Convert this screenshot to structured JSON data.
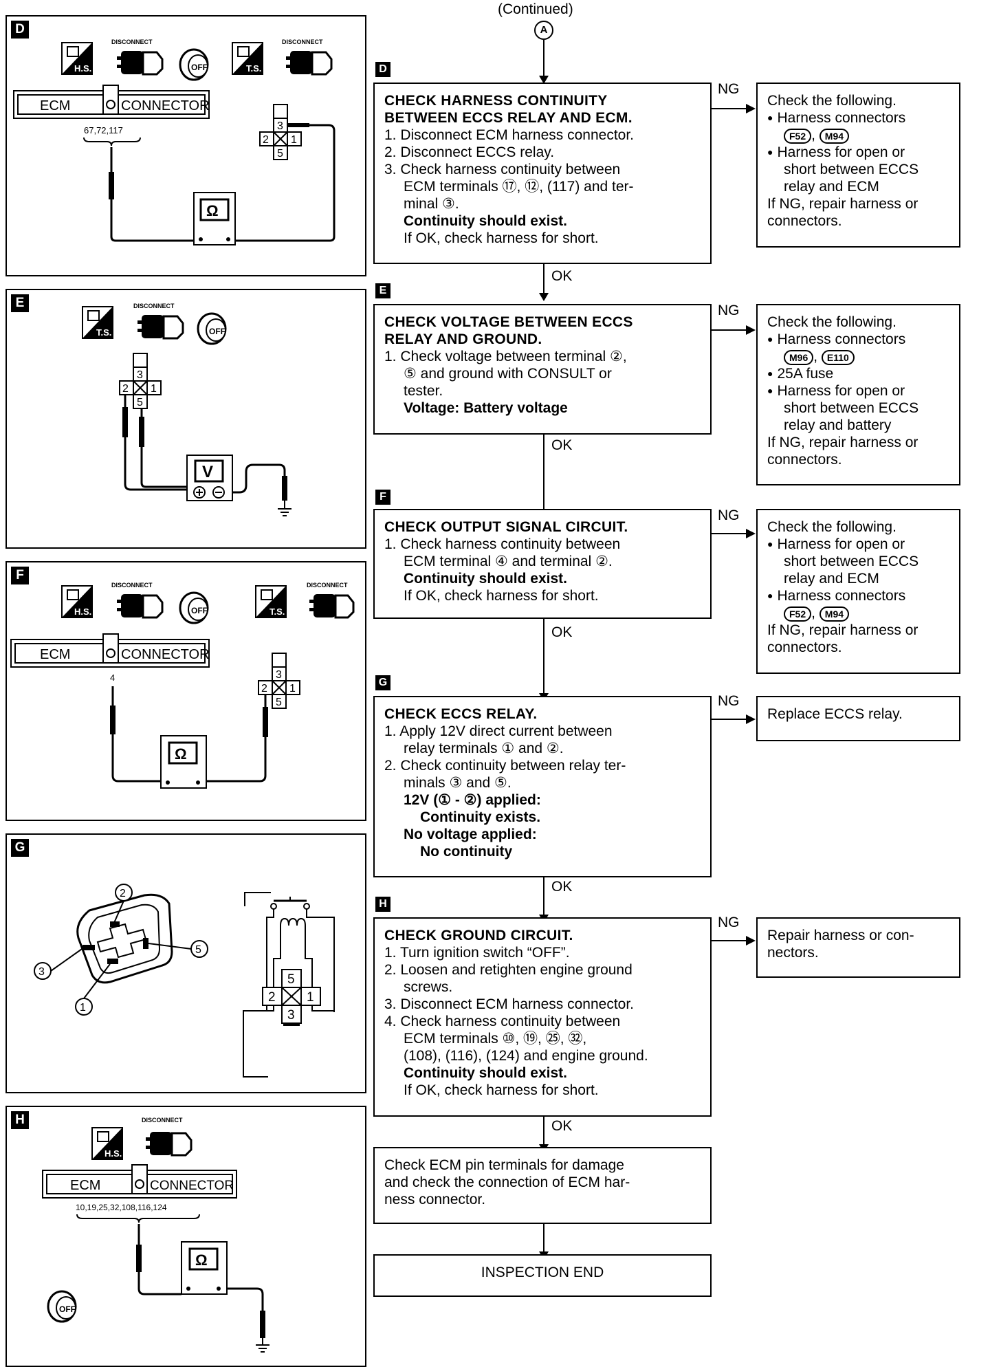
{
  "header": {
    "continued": "(Continued)",
    "connector": "A"
  },
  "panels": {
    "D": {
      "tag": "D",
      "disconnect1": "DISCONNECT",
      "disconnect2": "DISCONNECT",
      "hs": "H.S.",
      "ts": "T.S.",
      "off": "OFF",
      "ecm": "ECM",
      "connector": "CONNECTOR",
      "terminals": "67,72,117",
      "meter": "Ω",
      "pins": [
        "3",
        "2",
        "1",
        "5"
      ]
    },
    "E": {
      "tag": "E",
      "disconnect": "DISCONNECT",
      "ts": "T.S.",
      "off": "OFF",
      "meter": "V",
      "pins": [
        "3",
        "2",
        "1",
        "5"
      ]
    },
    "F": {
      "tag": "F",
      "disconnect1": "DISCONNECT",
      "disconnect2": "DISCONNECT",
      "hs": "H.S.",
      "ts": "T.S.",
      "off": "OFF",
      "ecm": "ECM",
      "connector": "CONNECTOR",
      "terminals": "4",
      "meter": "Ω",
      "pins": [
        "3",
        "2",
        "1",
        "5"
      ]
    },
    "G": {
      "tag": "G",
      "relay_pins": [
        "2",
        "3",
        "5",
        "1"
      ],
      "diagram_pins": [
        "5",
        "2",
        "1",
        "3"
      ]
    },
    "H": {
      "tag": "H",
      "disconnect": "DISCONNECT",
      "hs": "H.S.",
      "off": "OFF",
      "ecm": "ECM",
      "connector": "CONNECTOR",
      "terminals": "10,19,25,32,108,116,124",
      "meter": "Ω"
    }
  },
  "flow": {
    "ng": "NG",
    "ok": "OK",
    "D": {
      "tag": "D",
      "title1": "CHECK HARNESS CONTINUITY",
      "title2": "BETWEEN ECCS RELAY AND ECM.",
      "s1": "1. Disconnect ECM harness connector.",
      "s2": "2. Disconnect ECCS relay.",
      "s3a": "3. Check harness continuity between",
      "s3b": "ECM terminals ⑰, ⑫, (117) and ter-",
      "s3c": "minal ③.",
      "bold": "Continuity should exist.",
      "note": "If OK, check harness for short.",
      "ng_title": "Check the following.",
      "ng_b1": "Harness connectors",
      "ng_c1": "F52",
      "ng_c2": "M94",
      "ng_b2a": "Harness for open or",
      "ng_b2b": "short between ECCS",
      "ng_b2c": "relay and ECM",
      "ng_end1": "If NG, repair harness or",
      "ng_end2": "connectors."
    },
    "E": {
      "tag": "E",
      "title1": "CHECK VOLTAGE BETWEEN ECCS",
      "title2": "RELAY AND GROUND.",
      "s1a": "1. Check voltage between terminal ②,",
      "s1b": "⑤ and ground with CONSULT or",
      "s1c": "tester.",
      "bold": "Voltage: Battery voltage",
      "ng_title": "Check the following.",
      "ng_b1": "Harness connectors",
      "ng_c1": "M96",
      "ng_c2": "E110",
      "ng_b2": "25A fuse",
      "ng_b3a": "Harness for open or",
      "ng_b3b": "short between ECCS",
      "ng_b3c": "relay and battery",
      "ng_end1": "If NG, repair harness or",
      "ng_end2": "connectors."
    },
    "F": {
      "tag": "F",
      "title1": "CHECK OUTPUT SIGNAL CIRCUIT.",
      "s1a": "1. Check harness continuity between",
      "s1b": "ECM terminal ④ and terminal ②.",
      "bold": "Continuity should exist.",
      "note": "If OK, check harness for short.",
      "ng_title": "Check the following.",
      "ng_b1a": "Harness for open or",
      "ng_b1b": "short between ECCS",
      "ng_b1c": "relay and ECM",
      "ng_b2": "Harness connectors",
      "ng_c1": "F52",
      "ng_c2": "M94",
      "ng_end1": "If NG, repair harness or",
      "ng_end2": "connectors."
    },
    "G": {
      "tag": "G",
      "title1": "CHECK ECCS RELAY.",
      "s1a": "1. Apply 12V direct current between",
      "s1b": "relay terminals ① and ②.",
      "s2a": "2. Check continuity between relay ter-",
      "s2b": "minals ③ and ⑤.",
      "bold1": "12V (① - ②) applied:",
      "bold2": "Continuity exists.",
      "bold3": "No voltage applied:",
      "bold4": "No continuity",
      "ng_text": "Replace ECCS relay."
    },
    "H": {
      "tag": "H",
      "title1": "CHECK GROUND CIRCUIT.",
      "s1": "1. Turn ignition switch “OFF”.",
      "s2a": "2. Loosen and retighten engine ground",
      "s2b": "screws.",
      "s3": "3. Disconnect ECM harness connector.",
      "s4a": "4. Check harness continuity between",
      "s4b": "ECM terminals ⑩, ⑲, ㉕, ㉜,",
      "s4c": "(108), (116), (124) and engine ground.",
      "bold": "Continuity should exist.",
      "note": "If OK, check harness for short.",
      "ng_text1": "Repair harness or con-",
      "ng_text2": "nectors."
    },
    "final1": "Check ECM pin terminals for damage",
    "final2": "and check the connection of ECM har-",
    "final3": "ness connector.",
    "end": "INSPECTION END"
  }
}
